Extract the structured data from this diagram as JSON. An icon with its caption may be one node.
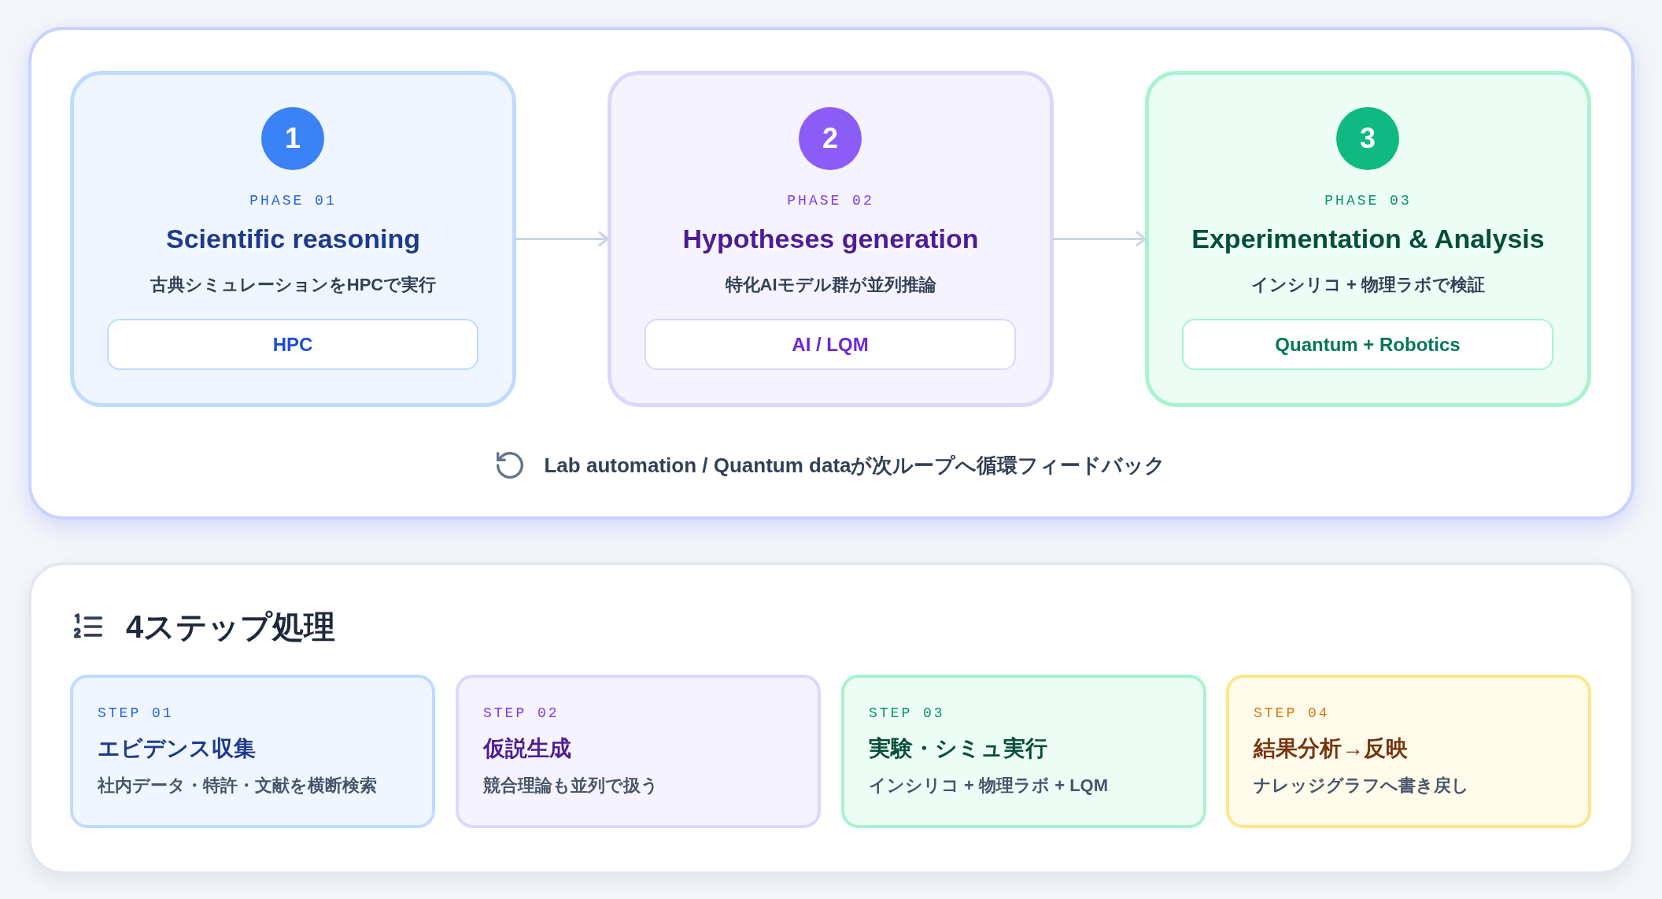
{
  "diagram": {
    "nodes": [
      {
        "text": [
          "Lab automation / Quantum dataが次ループへ循環フィードバック"
        ]
      },
      {
        "text": [
          "PHASE 01",
          "Scientific reasoning",
          "古典シミュレーションをHPCで実行"
        ],
        "in": 0
      },
      {
        "text": [
          "1"
        ],
        "in": 1
      },
      {
        "text": [
          "HPC"
        ],
        "in": 1
      },
      {
        "text": [
          "PHASE 02",
          "Hypotheses generation",
          "特化AIモデル群が並列推論"
        ],
        "in": 0
      },
      {
        "text": [
          "2"
        ],
        "in": 4
      },
      {
        "text": [
          "AI / LQM"
        ],
        "in": 4
      },
      {
        "text": [
          "PHASE 03",
          "Experimentation & Analysis",
          "インシリコ + 物理ラボで検証"
        ],
        "in": 0
      },
      {
        "text": [
          "3"
        ],
        "in": 7
      },
      {
        "text": [
          "Quantum + Robotics"
        ],
        "in": 7
      },
      {
        "text": [
          "4ステップ処理"
        ]
      },
      {
        "text": [
          "STEP 01",
          "エビデンス収集",
          "社内データ・特許・文献を横断検索"
        ],
        "in": 10
      },
      {
        "text": [
          "STEP 02",
          "仮説生成",
          "競合理論も並列で扱う"
        ],
        "in": 10
      },
      {
        "text": [
          "STEP 03",
          "実験・シミュ実行",
          "インシリコ + 物理ラボ + LQM"
        ],
        "in": 10
      },
      {
        "text": [
          "STEP 04",
          "結果分析→反映",
          "ナレッジグラフへ書き戻し"
        ],
        "in": 10
      }
    ],
    "edges": [
      {
        "from": 1,
        "to": 4,
        "arrow": "to"
      },
      {
        "from": 4,
        "to": 7,
        "arrow": "to"
      }
    ]
  }
}
